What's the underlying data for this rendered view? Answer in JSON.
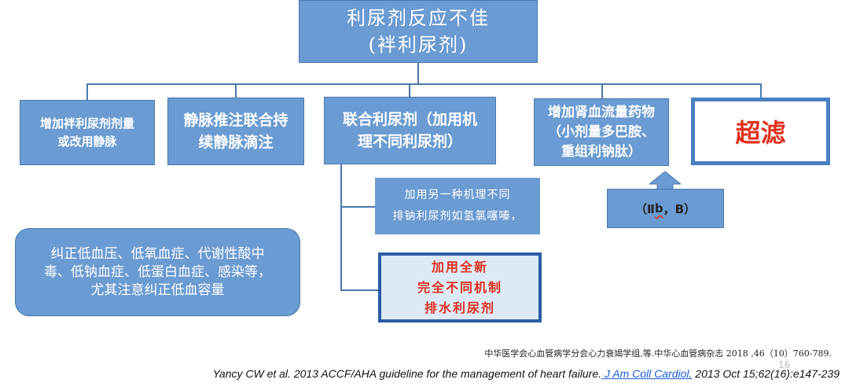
{
  "root": {
    "line1": "利尿剂反应不佳",
    "line2": "(袢利尿剂)"
  },
  "options": [
    {
      "text": "增加袢利尿剂剂量\n或改用静脉"
    },
    {
      "text": "静脉推注联合持\n续静脉滴注"
    },
    {
      "text": "联合利尿剂（加用机\n理不同利尿剂）"
    },
    {
      "text": "增加肾血流量药物\n（小剂量多巴胺、\n重组利钠肽）"
    },
    {
      "text": "超滤"
    }
  ],
  "sub_options": [
    {
      "text": "加用另一种机理不同\n排钠利尿剂如氢氯噻嗪，"
    },
    {
      "text": "加用全新\n完全不同机制\n排水利尿剂"
    }
  ],
  "recommendation": {
    "prefix": "（Ⅱ",
    "underlined": "b",
    "suffix": "，B）"
  },
  "note": "纠正低血压、低氧血症、代谢性酸中\n毒、低钠血症、低蛋白血症、感染等，\n尤其注意纠正低血容量",
  "references": {
    "ref1": "中华医学会心血管病学分会心力衰竭学组,等.中华心血管病杂志 2018 ,46（10）760-789.",
    "ref2_prefix": "Yancy CW et al. 2013 ACCF/AHA guideline for the management of heart failure.",
    "ref2_link": " J Am Coll Cardiol.",
    "ref2_suffix": " 2013 Oct 15;62(16):e147-239"
  },
  "page_number": "16",
  "colors": {
    "box": "#6a9bd2",
    "line": "#4a78ad",
    "highlight": "#e0301e",
    "emphasis_border": "#2a5ba8"
  }
}
